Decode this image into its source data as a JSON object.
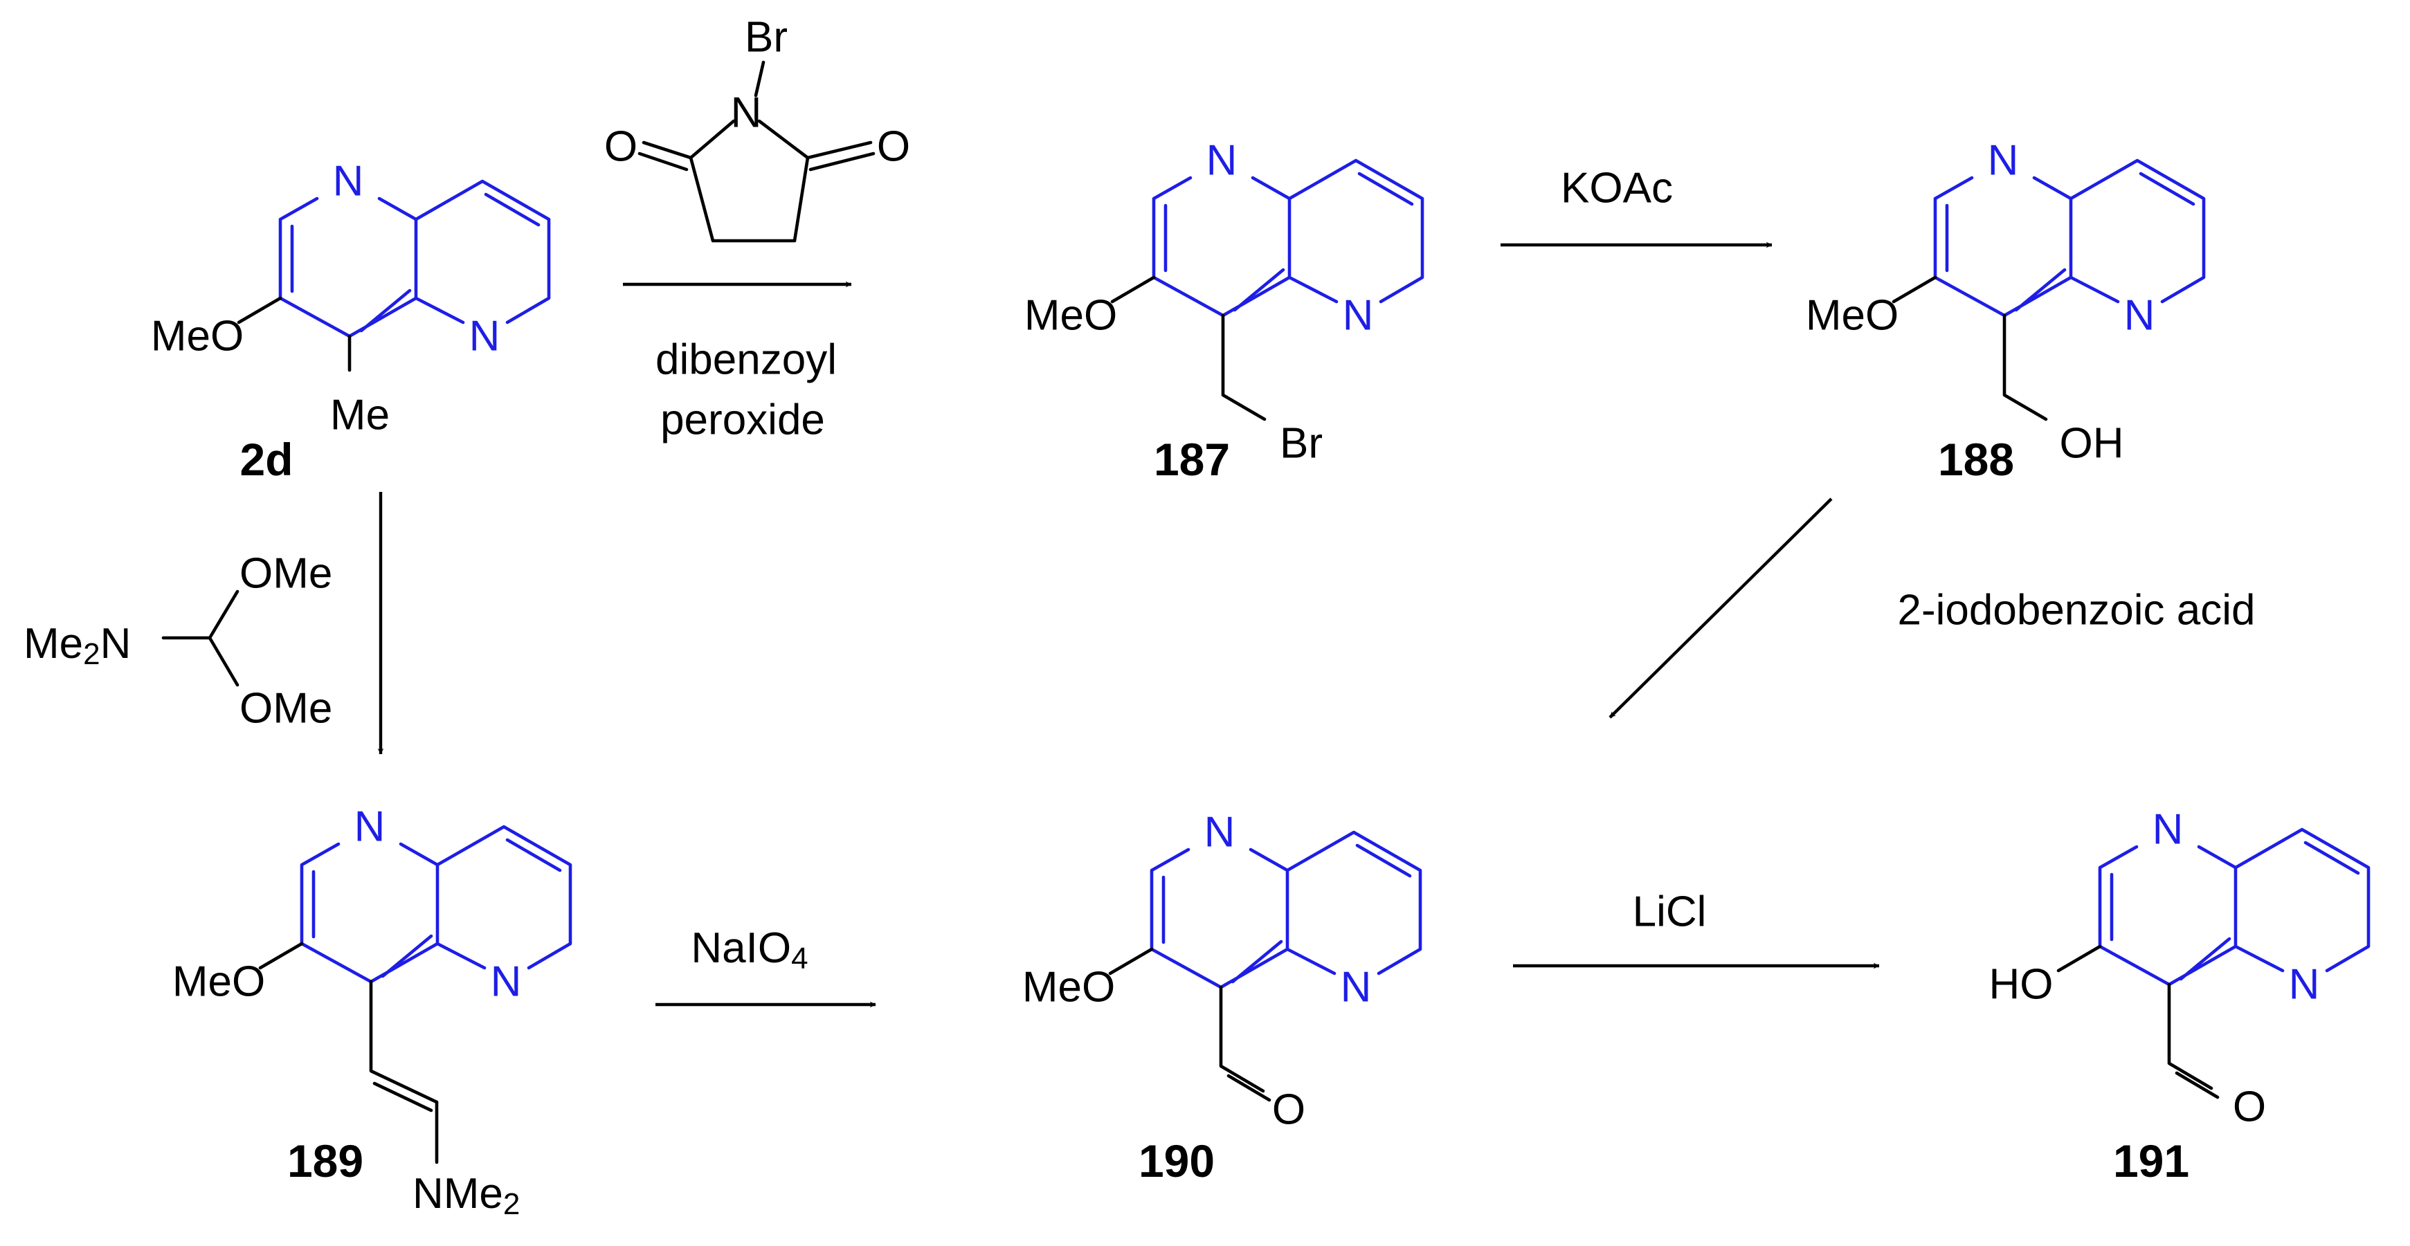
{
  "colors": {
    "ring": "#1e1ee6",
    "bond": "#000000"
  },
  "compounds": {
    "c2d": {
      "id": "2d",
      "substituent": "Me",
      "methoxy": "MeO"
    },
    "c187": {
      "id": "187",
      "substituent": "Br",
      "methoxy": "MeO"
    },
    "c188": {
      "id": "188",
      "substituent": "OH",
      "methoxy": "MeO"
    },
    "c189": {
      "id": "189",
      "amine": "NMe",
      "amine_sub": "2",
      "methoxy": "MeO"
    },
    "c190": {
      "id": "190",
      "carbonyl_o": "O",
      "methoxy": "MeO"
    },
    "c191": {
      "id": "191",
      "carbonyl_o": "O",
      "hydroxy": "HO"
    }
  },
  "ring_atoms": {
    "n": "N"
  },
  "reagents": {
    "nbs": {
      "br": "Br",
      "n": "N",
      "o": "O"
    },
    "nbs_conditions": {
      "line1": "dibenzoyl",
      "line2": "peroxide"
    },
    "koac": "KOAc",
    "iodo": "2-iodobenzoic acid",
    "dmfdma": {
      "ome": "OMe",
      "me2n_main": "Me",
      "me2n_sub": "2",
      "me2n_tail": "N"
    },
    "naio4": {
      "main": "NaIO",
      "sub": "4"
    },
    "licl": "LiCl"
  }
}
